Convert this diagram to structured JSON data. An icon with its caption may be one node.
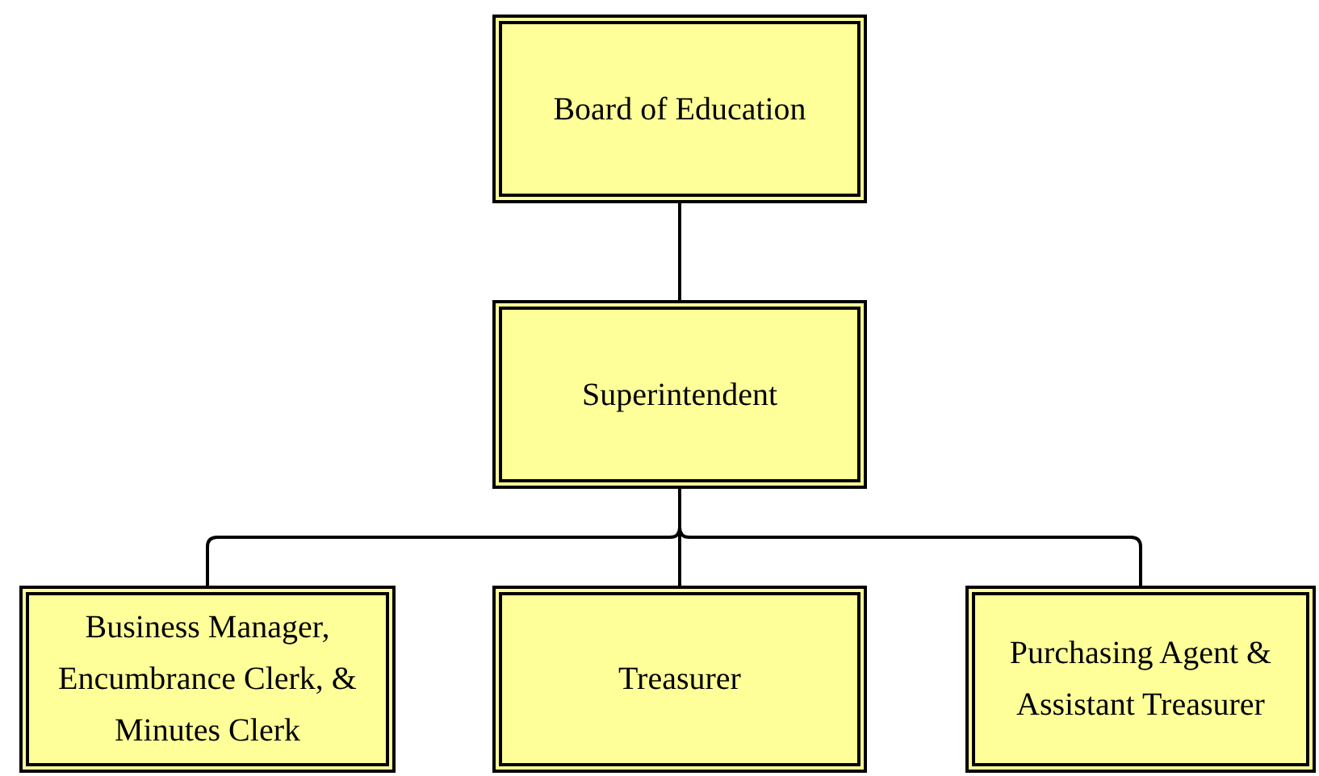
{
  "diagram": {
    "nodes": [
      {
        "text": [
          "Board of Education"
        ]
      },
      {
        "text": [
          "Superintendent"
        ]
      },
      {
        "text": [
          "Business Manager, Encumbrance Clerk, & Minutes Clerk"
        ]
      },
      {
        "text": [
          "Treasurer"
        ]
      },
      {
        "text": [
          "Purchasing Agent & Assistant Treasurer"
        ]
      }
    ],
    "edges": [
      {
        "from": 0,
        "to": 1,
        "arrow": "none"
      },
      {
        "from": 1,
        "to": 2,
        "arrow": "none"
      },
      {
        "from": 1,
        "to": 3,
        "arrow": "none"
      },
      {
        "from": 1,
        "to": 4,
        "arrow": "none"
      }
    ]
  }
}
